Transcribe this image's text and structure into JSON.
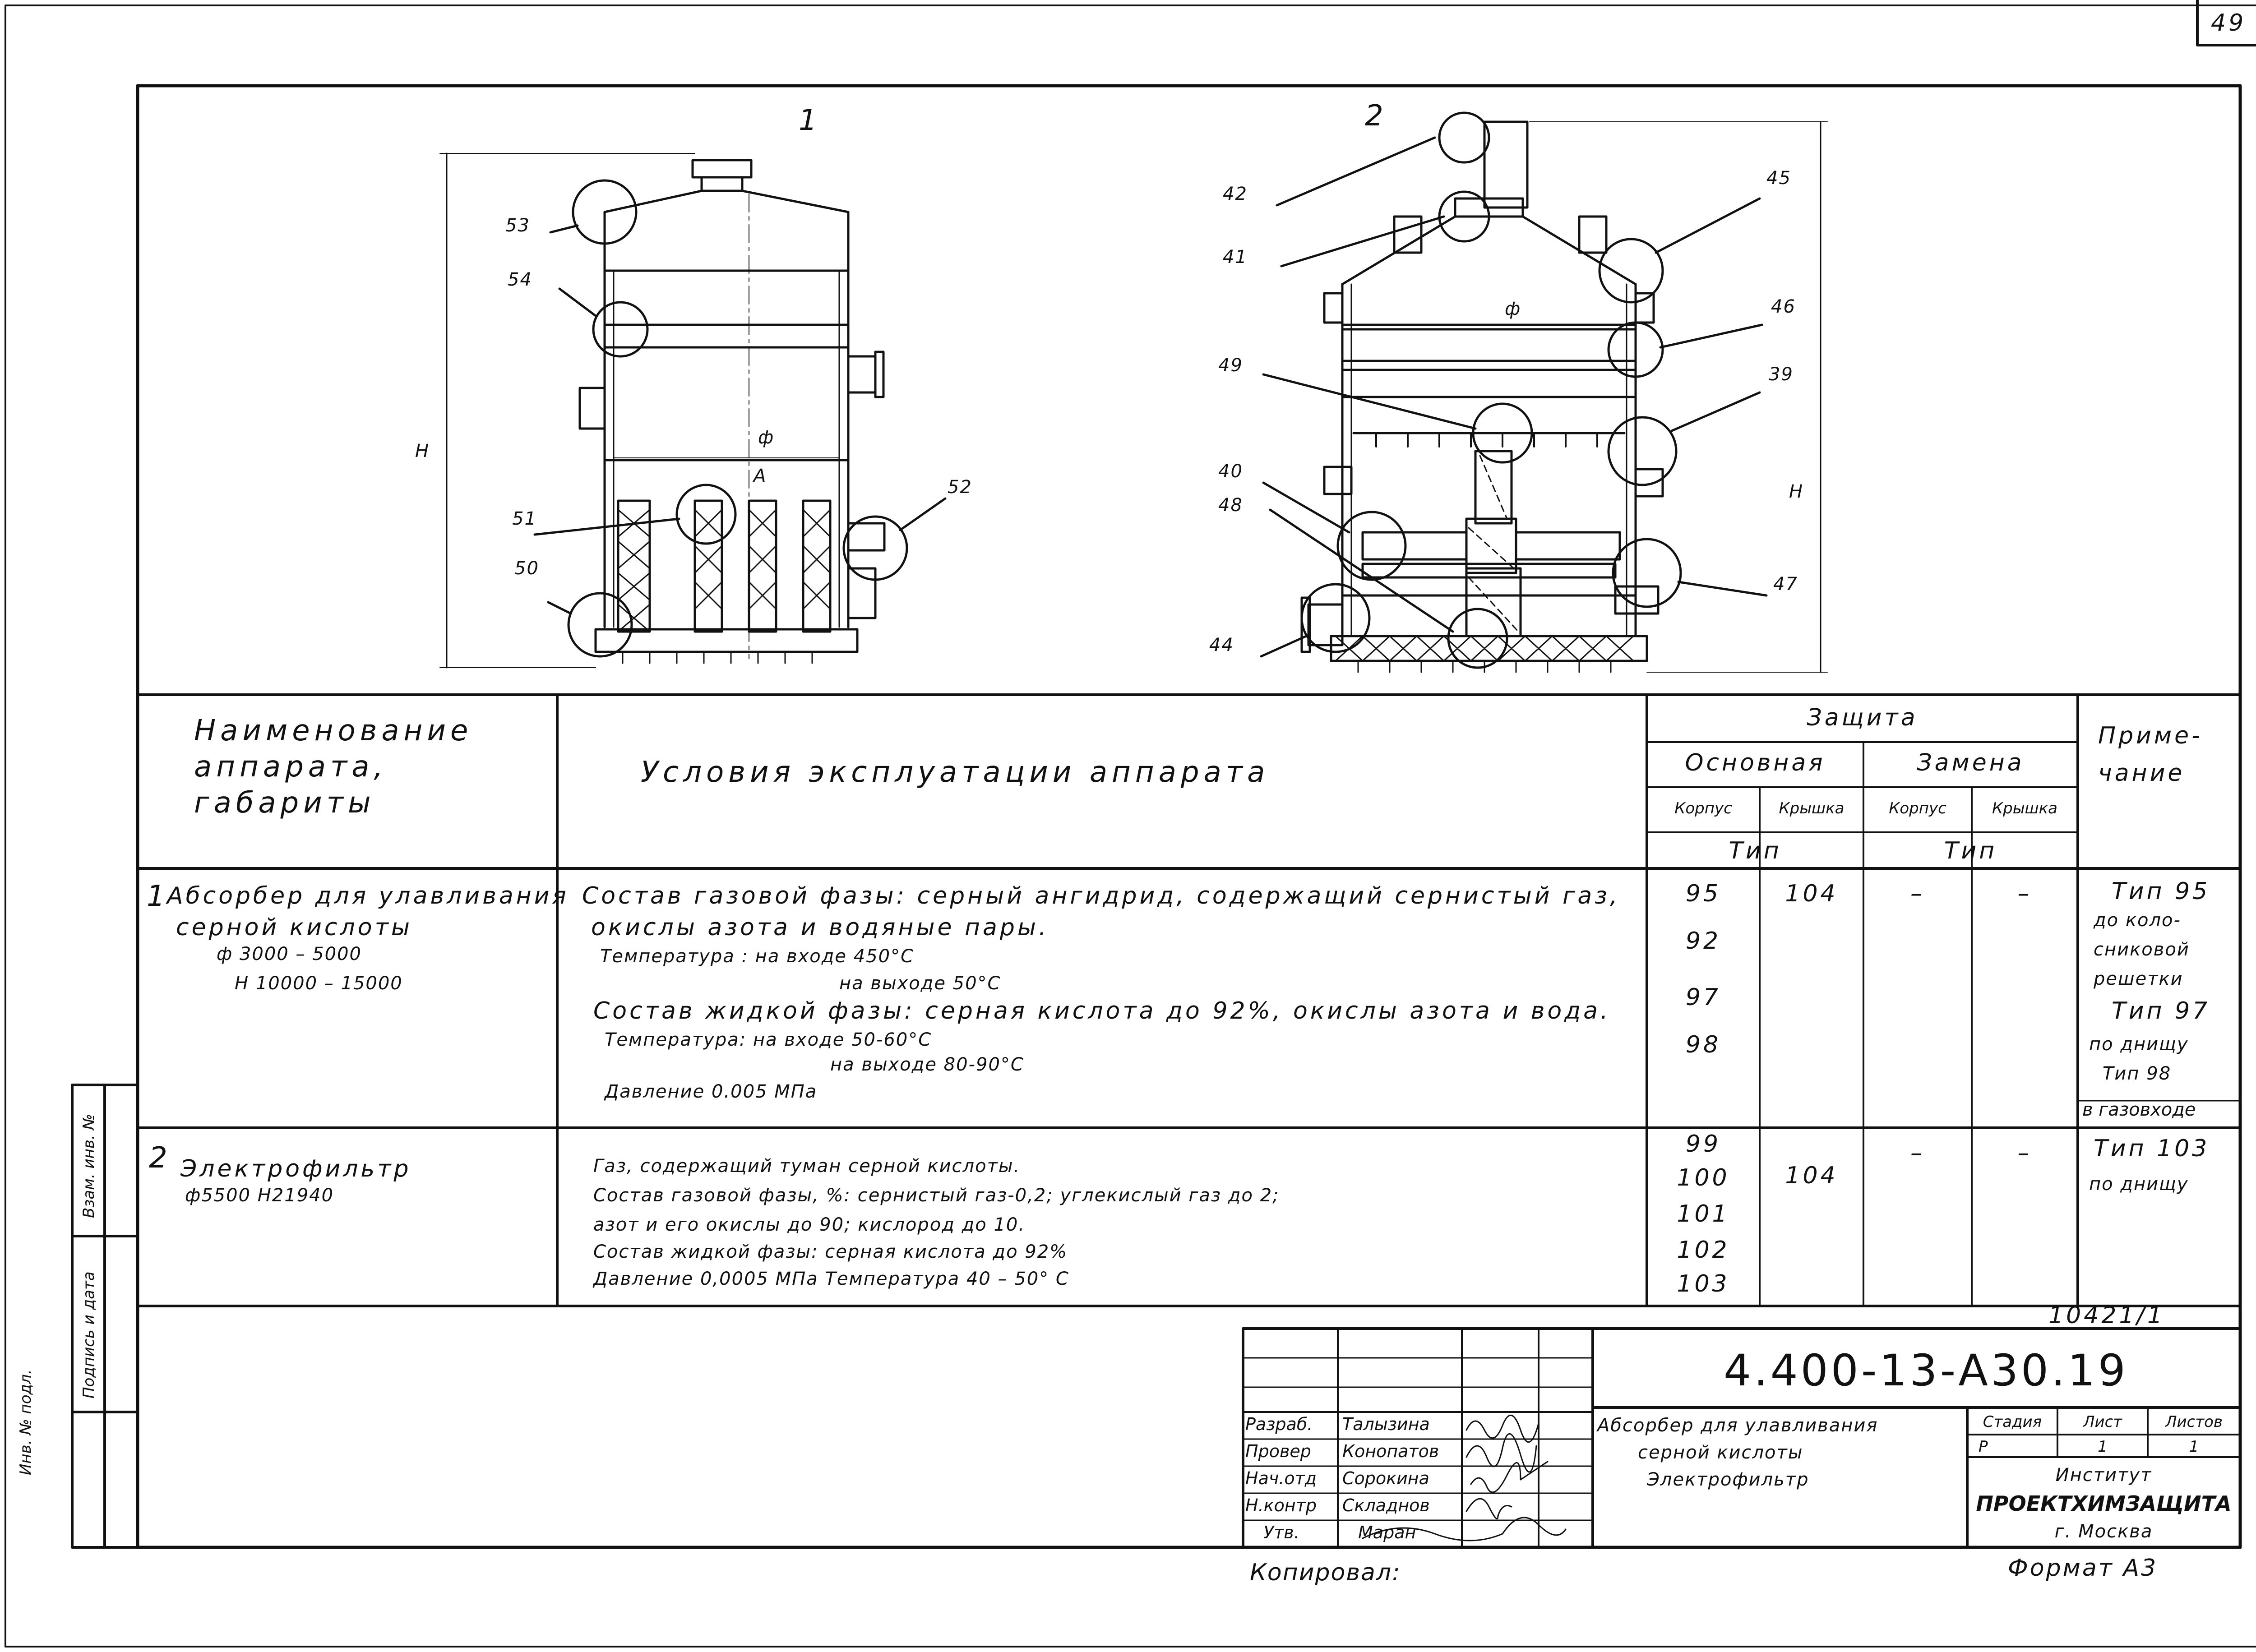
{
  "page_number": "49",
  "views": {
    "view1_label": "1",
    "view2_label": "2",
    "dim_h": "H",
    "dim_phi": "ф",
    "section_a": "A",
    "callouts": [
      "53",
      "54",
      "51",
      "50",
      "52",
      "42",
      "41",
      "45",
      "46",
      "49",
      "39",
      "40",
      "48",
      "47",
      "44"
    ]
  },
  "table": {
    "headers": {
      "name": "Наименование аппарата, габариты",
      "conditions": "Условия эксплуатации аппарата",
      "protection": "Защита",
      "main": "Основная",
      "replace": "Замена",
      "body1": "Корпус",
      "lid1": "Крышка",
      "body2": "Корпус",
      "lid2": "Крышка",
      "type1": "Тип",
      "type2": "Тип",
      "note": "Приме- чание"
    },
    "rows": [
      {
        "num": "1",
        "name_lines": [
          "Абсорбер для улавливания",
          "серной кислоты",
          "ф 3000 – 5000",
          "Н 10000 – 15000"
        ],
        "cond_lines": [
          "Состав газовой фазы: серный ангидрид, содержащий сернистый газ,",
          "окислы азота и водяные пары.",
          "Температура :  на входе  450°С",
          "на выходе  50°С",
          "Состав жидкой фазы: серная кислота до 92%, окислы азота и вода.",
          "Температура:  на  входе  50-60°С",
          "на  выходе 80-90°С",
          "Давление  0.005 МПа"
        ],
        "body_types": [
          "95",
          "92",
          "97",
          "98"
        ],
        "lid_type": "104",
        "rep_body": "–",
        "rep_lid": "–",
        "note_lines": [
          "Тип 95",
          "до коло-",
          "сниковой",
          "решетки",
          "Тип 97",
          "по днищу",
          "Тип 98",
          "в газовходе"
        ]
      },
      {
        "num": "2",
        "name_lines": [
          "Электрофильтр",
          "ф5500  Н21940"
        ],
        "cond_lines": [
          "Газ, содержащий туман  серной кислоты.",
          "Состав газовой фазы, %: сернистый газ-0,2; углекислый газ до 2;",
          "азот и его окислы до 90; кислород до 10.",
          "Состав жидкой фазы:  серная кислота до 92%",
          "Давление 0,0005 МПа     Температура  40 – 50° С"
        ],
        "body_types": [
          "99",
          "100",
          "101",
          "102",
          "103"
        ],
        "lid_type": "104",
        "rep_body": "–",
        "rep_lid": "–",
        "note_lines": [
          "Тип 103",
          "по днищу"
        ]
      }
    ]
  },
  "side_stamp": [
    "Инв. № подл.",
    "Подпись и дата",
    "Взам. инв. №"
  ],
  "title_block": {
    "inv": "10421/1",
    "designation": "4.400-13-А30.19",
    "roles": [
      {
        "role": "Разраб.",
        "name": "Талызина"
      },
      {
        "role": "Провер",
        "name": "Конопатов"
      },
      {
        "role": "Нач.отд",
        "name": "Сорокина"
      },
      {
        "role": "Н.контр",
        "name": "Складнов"
      },
      {
        "role": "Утв.",
        "name": "Маран"
      }
    ],
    "title_lines": [
      "Абсорбер для улавливания",
      "серной кислоты",
      "Электрофильтр"
    ],
    "stage_label": "Стадия",
    "sheet_label": "Лист",
    "sheets_label": "Листов",
    "stage": "Р",
    "sheet": "1",
    "sheets": "1",
    "org_lines": [
      "Институт",
      "ПРОЕКТХИМЗАЩИТА",
      "г. Москва"
    ],
    "copied": "Копировал:",
    "format": "Формат А3"
  }
}
